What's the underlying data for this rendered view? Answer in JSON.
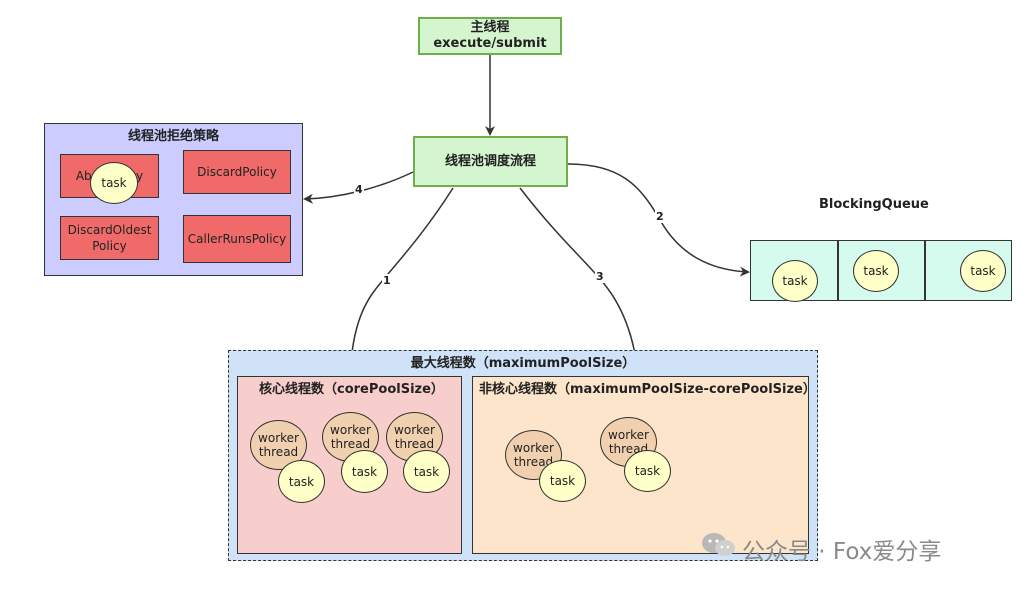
{
  "main_thread": {
    "title": "主线程",
    "subtitle": "execute/submit"
  },
  "scheduler": {
    "label": "线程池调度流程"
  },
  "reject_panel": {
    "title": "线程池拒绝策略",
    "policies": [
      "AbortPolicy",
      "DiscardPolicy",
      "DiscardOldest Policy",
      "CallerRunsPolicy"
    ],
    "task_label": "task"
  },
  "queue": {
    "title": "BlockingQueue",
    "tasks": [
      "task",
      "task",
      "task"
    ]
  },
  "edges": [
    "1",
    "2",
    "3",
    "4"
  ],
  "max_pool": {
    "title": "最大线程数（maximumPoolSize）"
  },
  "core_pool": {
    "title": "核心线程数（corePoolSize）",
    "workers": [
      "worker thread",
      "worker thread",
      "worker thread"
    ],
    "tasks": [
      "task",
      "task",
      "task"
    ]
  },
  "noncore_pool": {
    "title": "非核心线程数（maximumPoolSize-corePoolSize）",
    "workers": [
      "worker thread",
      "worker thread"
    ],
    "tasks": [
      "task",
      "task"
    ]
  },
  "watermark": {
    "text": "公众号 · Fox爱分享"
  },
  "colors": {
    "green_fill": "#d5f5cf",
    "red_fill": "#f06a6a",
    "reject_panel_fill": "#ccccff",
    "queue_fill": "#d5fbee",
    "max_pool_fill": "#cfe2f7",
    "core_fill": "#f8cecc",
    "noncore_fill": "#fde5cb",
    "task_fill": "#ffffc8",
    "worker_fill": "#f0d0ae"
  }
}
